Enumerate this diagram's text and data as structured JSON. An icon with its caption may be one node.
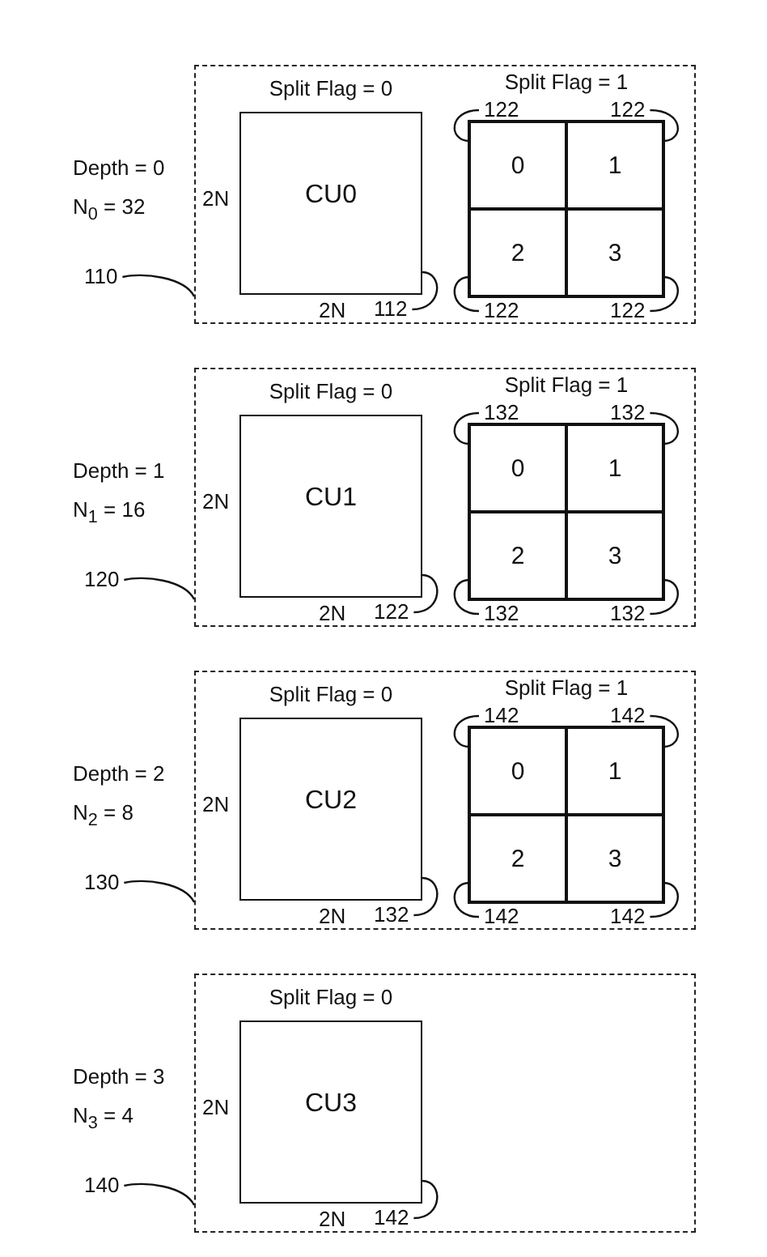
{
  "diagram": {
    "nodes": [
      {
        "text": [
          "Depth = 0",
          "N$_{0}$ = 32"
        ]
      },
      {
        "text": [
          "110"
        ]
      },
      {
        "text": [
          "CU0"
        ],
        "in": 0,
        "beside": [
          "Split Flag = 0",
          "2N",
          "2N"
        ]
      },
      {
        "text": [
          "112"
        ],
        "in": 0
      },
      {
        "text": [],
        "shape": "box",
        "in": 0
      },
      {
        "text": [
          "0"
        ],
        "in": 4
      },
      {
        "text": [
          "1"
        ],
        "in": 4
      },
      {
        "text": [
          "2"
        ],
        "in": 4
      },
      {
        "text": [
          "3"
        ],
        "in": 4
      },
      {
        "text": [
          "122"
        ],
        "in": 0
      },
      {
        "text": [
          "122"
        ],
        "in": 0
      },
      {
        "text": [
          "122"
        ],
        "in": 0
      },
      {
        "text": [
          "122"
        ],
        "in": 0
      },
      {
        "text": [
          "Depth = 1",
          "N$_{1}$ = 16"
        ]
      },
      {
        "text": [
          "120"
        ]
      },
      {
        "text": [
          "CU1"
        ],
        "in": 13,
        "beside": [
          "Split Flag = 0",
          "2N",
          "2N"
        ]
      },
      {
        "text": [
          "122"
        ],
        "in": 13
      },
      {
        "text": [],
        "shape": "box",
        "in": 13
      },
      {
        "text": [
          "0"
        ],
        "in": 17
      },
      {
        "text": [
          "1"
        ],
        "in": 17
      },
      {
        "text": [
          "2"
        ],
        "in": 17
      },
      {
        "text": [
          "3"
        ],
        "in": 17
      },
      {
        "text": [
          "132"
        ],
        "in": 13
      },
      {
        "text": [
          "132"
        ],
        "in": 13
      },
      {
        "text": [
          "132"
        ],
        "in": 13
      },
      {
        "text": [
          "132"
        ],
        "in": 13
      },
      {
        "text": [
          "Depth = 2",
          "N$_{2}$ = 8"
        ]
      },
      {
        "text": [
          "130"
        ]
      },
      {
        "text": [
          "CU2"
        ],
        "in": 26,
        "beside": [
          "Split Flag = 0",
          "2N",
          "2N"
        ]
      },
      {
        "text": [
          "132"
        ],
        "in": 26
      },
      {
        "text": [],
        "shape": "box",
        "in": 26
      },
      {
        "text": [
          "0"
        ],
        "in": 30
      },
      {
        "text": [
          "1"
        ],
        "in": 30
      },
      {
        "text": [
          "2"
        ],
        "in": 30
      },
      {
        "text": [
          "3"
        ],
        "in": 30
      },
      {
        "text": [
          "142"
        ],
        "in": 26
      },
      {
        "text": [
          "142"
        ],
        "in": 26
      },
      {
        "text": [
          "142"
        ],
        "in": 26
      },
      {
        "text": [
          "142"
        ],
        "in": 26
      },
      {
        "text": [
          "Depth = 3",
          "N$_{3}$ = 4"
        ]
      },
      {
        "text": [
          "140"
        ]
      },
      {
        "text": [
          "CU3"
        ],
        "in": 39,
        "beside": [
          "Split Flag = 0",
          "2N",
          "2N"
        ]
      },
      {
        "text": [
          "142"
        ],
        "in": 39
      }
    ],
    "edges": [
      {
        "from": 1,
        "to": 0,
        "arrow": "none"
      },
      {
        "from": 3,
        "to": 2,
        "arrow": "none"
      },
      {
        "from": 9,
        "to": 5,
        "arrow": "none"
      },
      {
        "from": 10,
        "to": 6,
        "arrow": "none"
      },
      {
        "from": 11,
        "to": 7,
        "arrow": "none"
      },
      {
        "from": 12,
        "to": 8,
        "arrow": "none"
      },
      {
        "from": 14,
        "to": 13,
        "arrow": "none"
      },
      {
        "from": 16,
        "to": 15,
        "arrow": "none"
      },
      {
        "from": 22,
        "to": 18,
        "arrow": "none"
      },
      {
        "from": 23,
        "to": 19,
        "arrow": "none"
      },
      {
        "from": 24,
        "to": 20,
        "arrow": "none"
      },
      {
        "from": 25,
        "to": 21,
        "arrow": "none"
      },
      {
        "from": 27,
        "to": 26,
        "arrow": "none"
      },
      {
        "from": 29,
        "to": 28,
        "arrow": "none"
      },
      {
        "from": 35,
        "to": 31,
        "arrow": "none"
      },
      {
        "from": 36,
        "to": 32,
        "arrow": "none"
      },
      {
        "from": 37,
        "to": 33,
        "arrow": "none"
      },
      {
        "from": 38,
        "to": 34,
        "arrow": "none"
      },
      {
        "from": 40,
        "to": 39,
        "arrow": "none"
      },
      {
        "from": 42,
        "to": 41,
        "arrow": "none"
      }
    ],
    "labels": [
      "Split Flag = 1",
      "Split Flag = 1",
      "Split Flag = 1"
    ]
  }
}
